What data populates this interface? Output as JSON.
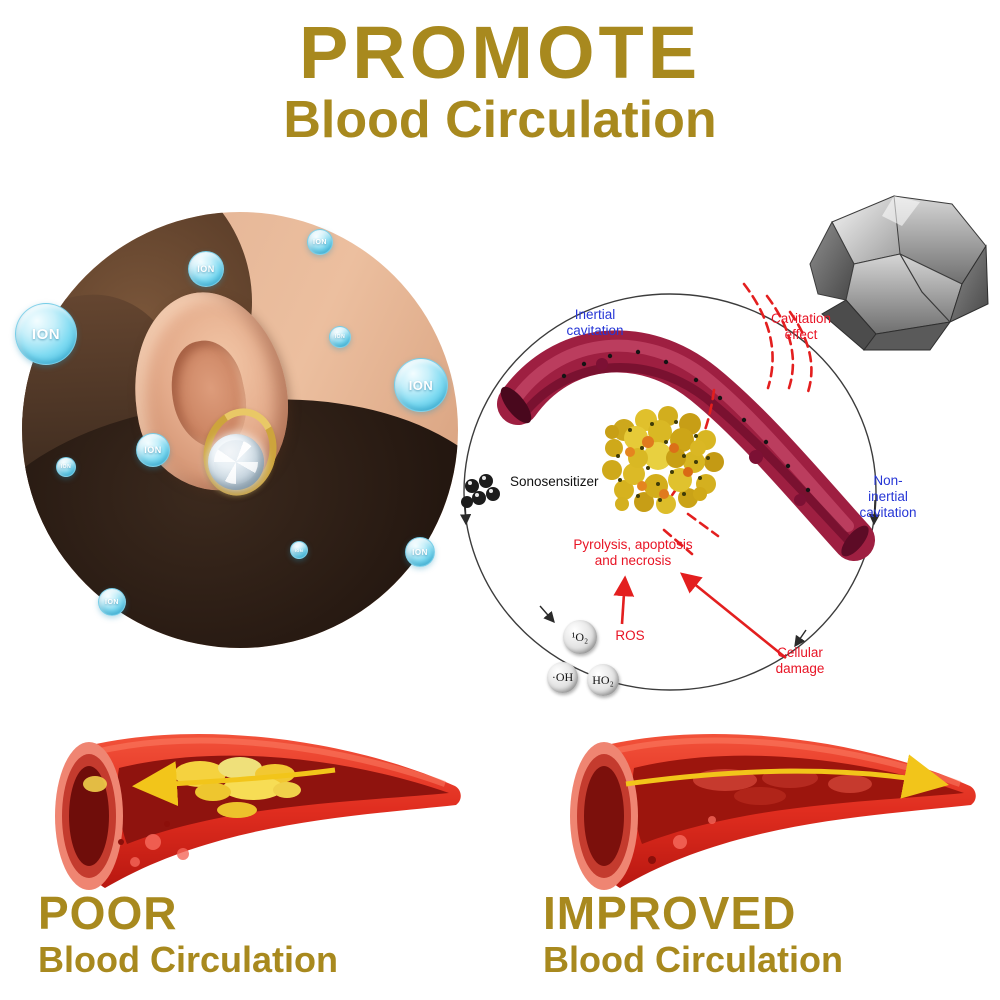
{
  "header": {
    "title": "PROMOTE",
    "subtitle": "Blood Circulation"
  },
  "ion": {
    "label": "ION"
  },
  "diagram": {
    "inertial_cavitation": "Inertial\ncavitation",
    "cavitation_effect": "Cavitation\neffect",
    "sonosensitizer": "Sonosensitizer",
    "non_inertial_cavitation": "Non-inertial\ncavitation",
    "pyrolysis": "Pyrolysis, apoptosis\nand necrosis",
    "ros": "ROS",
    "singlet_oxygen": "¹O₂",
    "hydroxyl_radical": "·OH",
    "hydroperoxyl": "HO₂",
    "cellular_damage": "Cellular\ndamage"
  },
  "vessels": {
    "poor_title": "POOR",
    "poor_subtitle": "Blood Circulation",
    "improved_title": "IMPROVED",
    "improved_subtitle": "Blood Circulation"
  },
  "colors": {
    "gold": "#a8891e",
    "label_blue": "#2636d6",
    "label_red": "#e81425",
    "ion_blue": "#3db8dd",
    "vessel_red": "#e02d1f"
  }
}
